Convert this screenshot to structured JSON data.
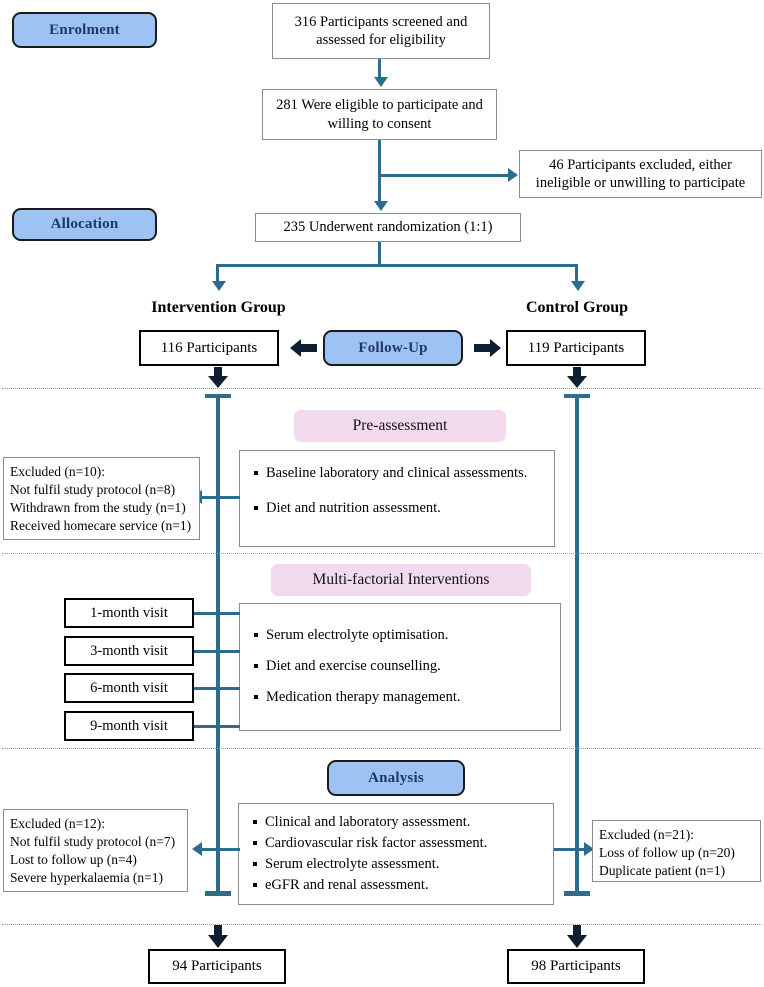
{
  "stages": {
    "enrolment": "Enrolment",
    "allocation": "Allocation",
    "follow_up": "Follow-Up",
    "analysis": "Analysis"
  },
  "sections": {
    "pre_assessment": "Pre-assessment",
    "interventions": "Multi-factorial Interventions"
  },
  "enrolment": {
    "screened": "316 Participants screened and assessed for eligibility",
    "eligible": "281 Were eligible to participate and willing to consent",
    "excluded": "46 Participants excluded, either ineligible or unwilling to participate"
  },
  "allocation": {
    "randomized": "235 Underwent randomization (1:1)"
  },
  "groups": {
    "intervention_title": "Intervention Group",
    "control_title": "Control Group",
    "intervention_n": "116 Participants",
    "control_n": "119 Participants"
  },
  "pre_assessment": {
    "items": [
      "Baseline laboratory and clinical assessments.",
      "Diet and nutrition assessment."
    ],
    "excluded": [
      "Excluded (n=10):",
      "Not fulfil study protocol (n=8)",
      "Withdrawn from the study (n=1)",
      "Received homecare service (n=1)"
    ]
  },
  "interventions": {
    "visits": [
      "1-month visit",
      "3-month visit",
      "6-month visit",
      "9-month visit"
    ],
    "items": [
      "Serum electrolyte optimisation.",
      "Diet and exercise counselling.",
      "Medication therapy management."
    ]
  },
  "analysis": {
    "items": [
      "Clinical and laboratory assessment.",
      "Cardiovascular risk factor assessment.",
      "Serum electrolyte assessment.",
      "eGFR and renal assessment."
    ],
    "excluded_intervention": [
      "Excluded (n=12):",
      "Not fulfil study protocol (n=7)",
      "Lost to follow up (n=4)",
      "Severe hyperkalaemia (n=1)"
    ],
    "excluded_control": [
      "Excluded (n=21):",
      "Loss of follow up (n=20)",
      "Duplicate patient (n=1)"
    ]
  },
  "final": {
    "intervention_n": "94 Participants",
    "control_n": "98 Participants"
  },
  "colors": {
    "stage_fill": "#9DC3F4",
    "stage_text": "#1F3864",
    "section_fill": "#F1DAEE",
    "connector": "#2E6C8E",
    "arrow_black": "#0b1b2b",
    "divider": "#9a9a9a"
  }
}
